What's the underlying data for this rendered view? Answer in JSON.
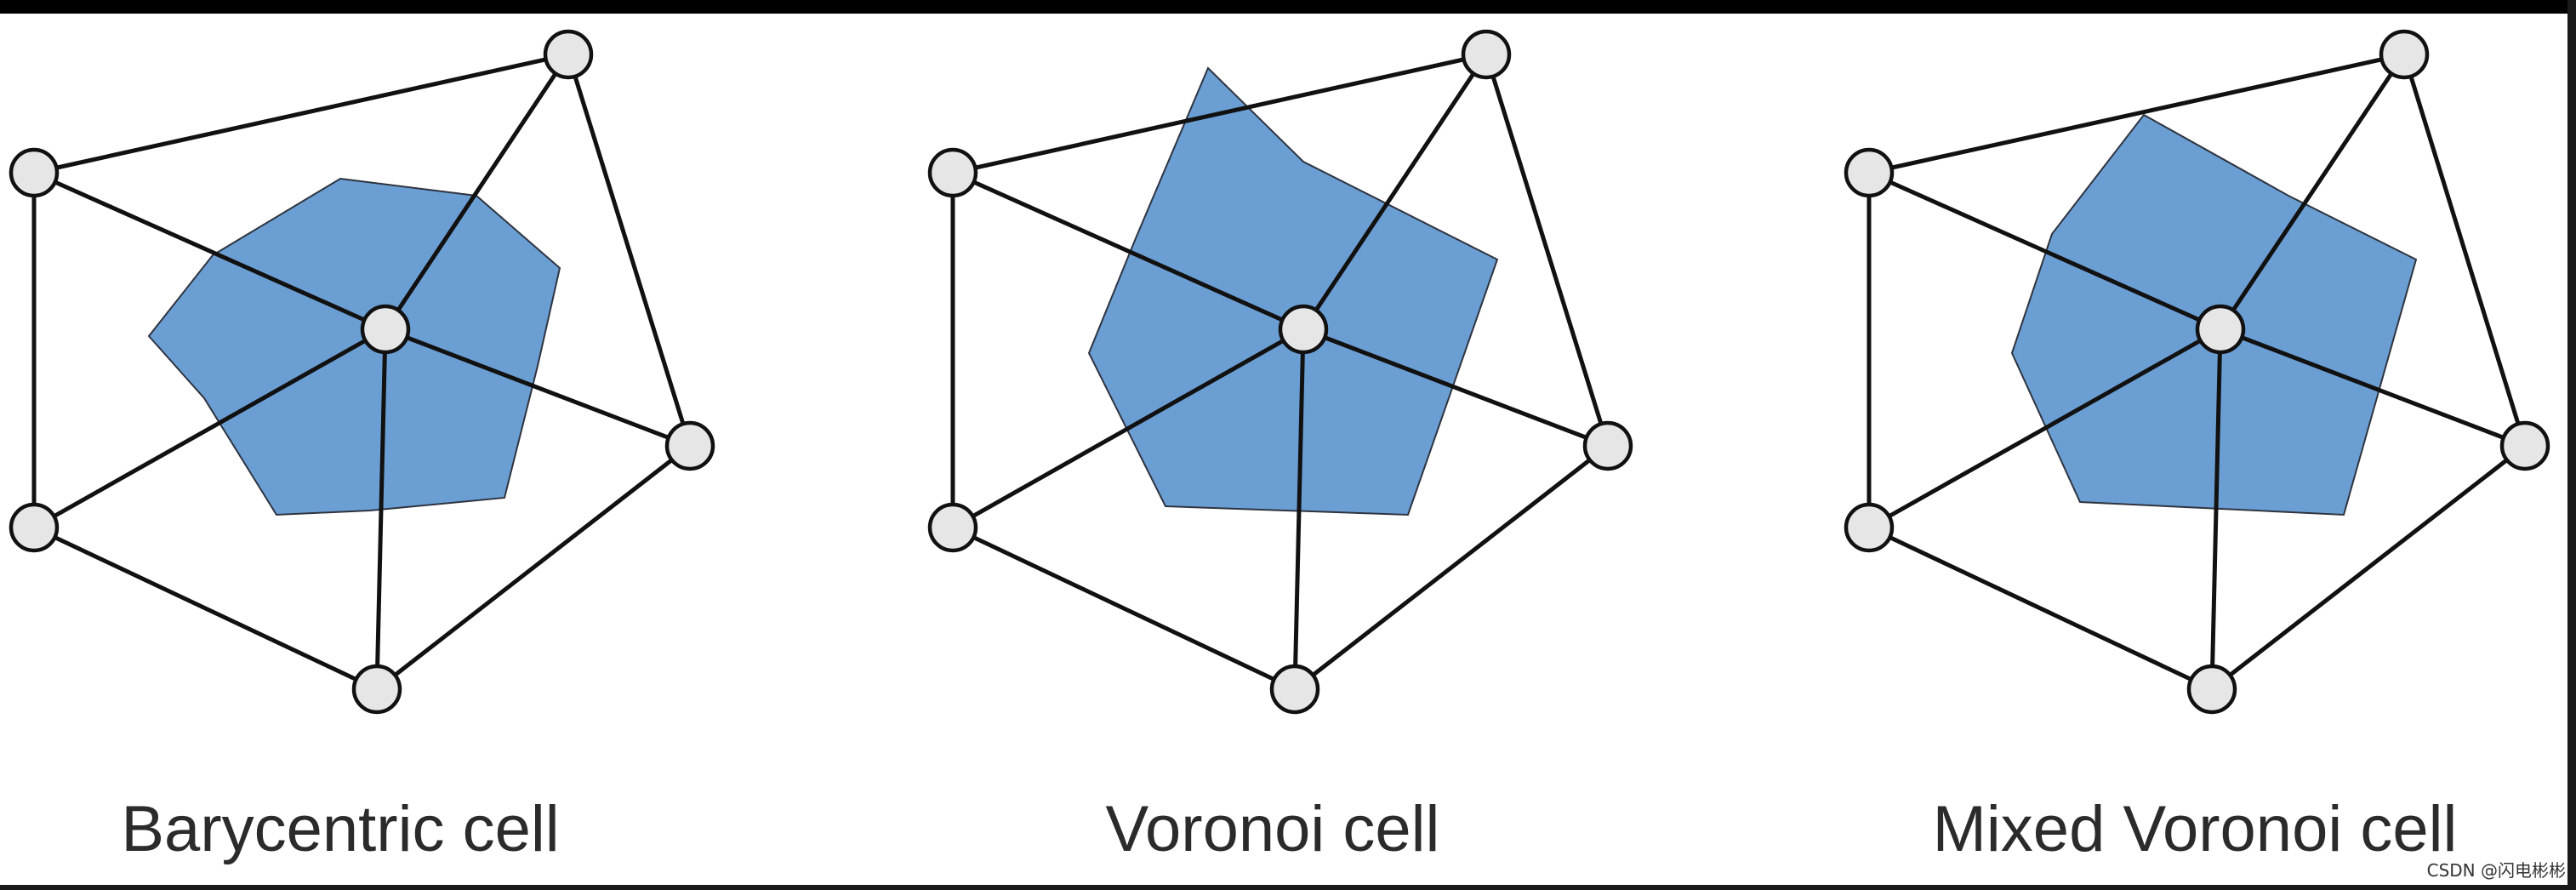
{
  "colors": {
    "cell_fill": "#6b9fd4",
    "cell_stroke": "#2e3440",
    "edge": "#111111",
    "node_fill": "#e6e6e6",
    "node_stroke": "#111111"
  },
  "panels": [
    {
      "caption": "Barycentric cell",
      "cell_type": "barycentric"
    },
    {
      "caption": "Voronoi cell",
      "cell_type": "voronoi"
    },
    {
      "caption": "Mixed Voronoi cell",
      "cell_type": "mixed-voronoi"
    }
  ],
  "watermark": "CSDN @闪电彬彬"
}
